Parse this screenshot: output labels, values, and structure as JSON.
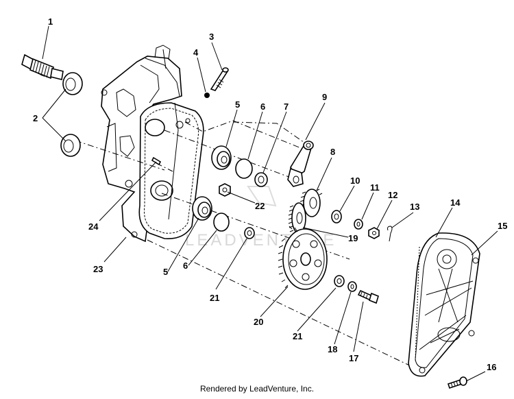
{
  "callouts": {
    "c1": "1",
    "c2": "2",
    "c3": "3",
    "c4": "4",
    "c5a": "5",
    "c5b": "5",
    "c6a": "6",
    "c6b": "6",
    "c7": "7",
    "c8": "8",
    "c9": "9",
    "c10": "10",
    "c11": "11",
    "c12": "12",
    "c13": "13",
    "c14": "14",
    "c15": "15",
    "c16": "16",
    "c17": "17",
    "c18": "18",
    "c19": "19",
    "c20": "20",
    "c21a": "21",
    "c21b": "21",
    "c22": "22",
    "c23": "23",
    "c24": "24"
  },
  "watermark": "LEADVENTURE",
  "footer": "Rendered by LeadVenture, Inc."
}
